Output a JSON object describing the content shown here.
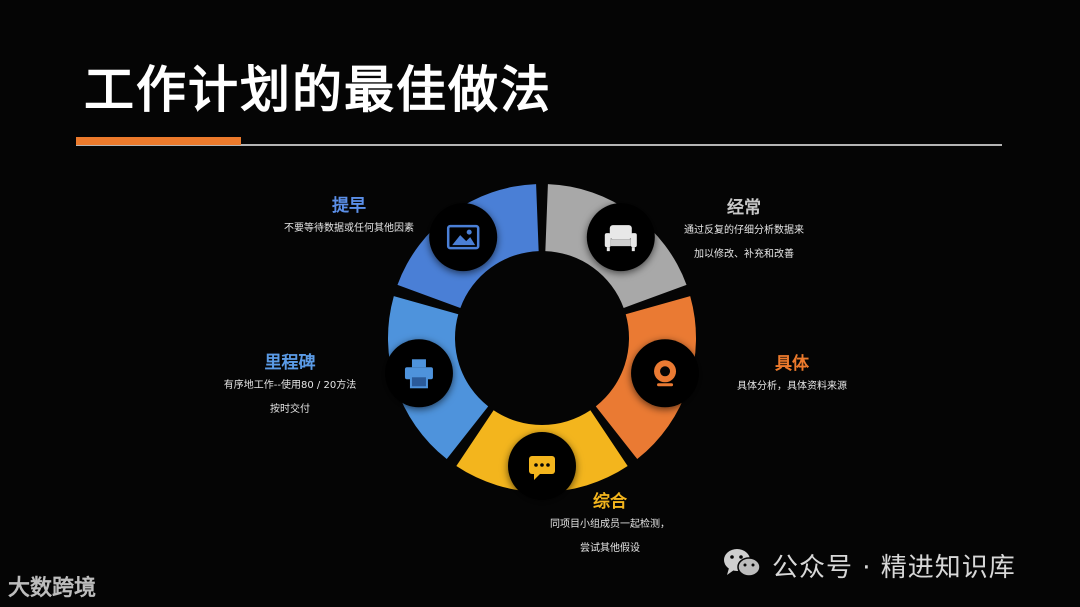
{
  "title": "工作计划的最佳做法",
  "segments": [
    {
      "heading": "提早",
      "color": "#4a7fd6",
      "icon": "image-icon",
      "desc": [
        "不要等待数据或任何其他因素"
      ]
    },
    {
      "heading": "经常",
      "color": "#a8a8a8",
      "icon": "sofa-icon",
      "desc": [
        "通过反复的仔细分析数据来",
        "加以修改、补充和改善"
      ]
    },
    {
      "heading": "具体",
      "color": "#ea7a33",
      "icon": "webcam-icon",
      "desc": [
        "具体分析，具体资料来源"
      ]
    },
    {
      "heading": "综合",
      "color": "#f3b51d",
      "icon": "chat-icon",
      "desc": [
        "同项目小组成员一起检测，",
        "尝试其他假设"
      ]
    },
    {
      "heading": "里程碑",
      "color": "#4e93dc",
      "icon": "printer-icon",
      "desc": [
        "有序地工作--使用80 / 20方法",
        "按时交付"
      ]
    }
  ],
  "watermark": {
    "text": "公众号 · 精进知识库",
    "icon": "wechat-icon"
  },
  "logo": {
    "text": "大数跨境"
  }
}
